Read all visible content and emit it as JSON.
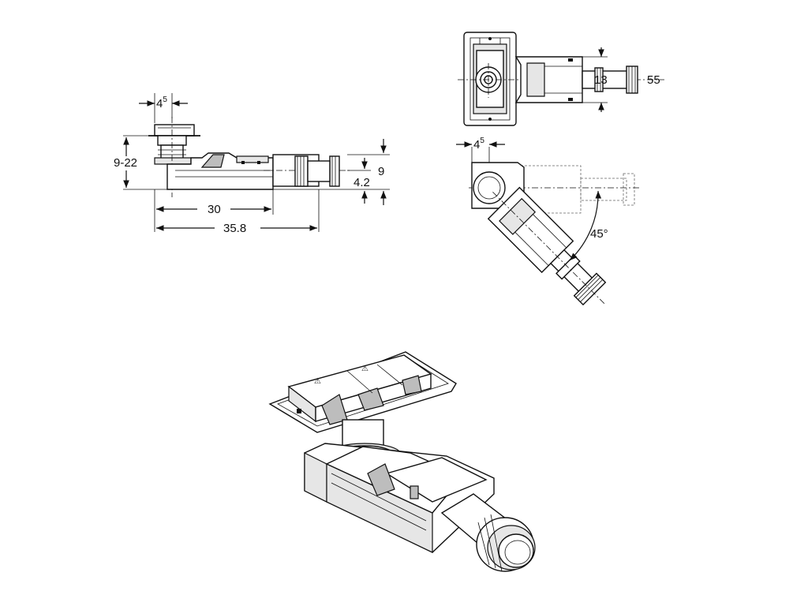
{
  "side_view": {
    "dim_top_base": "4",
    "dim_top_sup": "5",
    "dim_height": "9-22",
    "dim_right_outer": "9",
    "dim_right_inner": "4.2",
    "dim_length_inner": "30",
    "dim_length_outer": "35.8"
  },
  "top_view": {
    "dim_outlet": "13",
    "dim_pipe": "55"
  },
  "rotated_view": {
    "dim_top_base": "4",
    "dim_top_sup": "5",
    "dim_angle": "45°"
  }
}
